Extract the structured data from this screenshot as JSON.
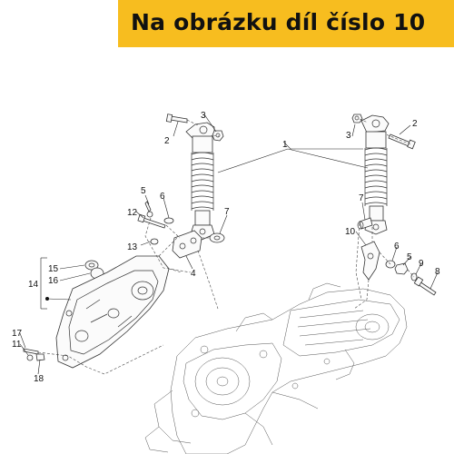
{
  "header": {
    "title": "Na obrázku díl číslo 10",
    "accent": "#f7bd1f"
  },
  "diagram": {
    "callouts": {
      "c1": "1",
      "c2a": "2",
      "c2b": "2",
      "c3a": "3",
      "c3b": "3",
      "c4": "4",
      "c5a": "5",
      "c5b": "5",
      "c6a": "6",
      "c6b": "6",
      "c7a": "7",
      "c7b": "7",
      "c8": "8",
      "c9": "9",
      "c10": "10",
      "c11": "11",
      "c12": "12",
      "c13": "13",
      "c14": "14",
      "c15": "15",
      "c16": "16",
      "c17": "17",
      "c18": "18"
    }
  }
}
